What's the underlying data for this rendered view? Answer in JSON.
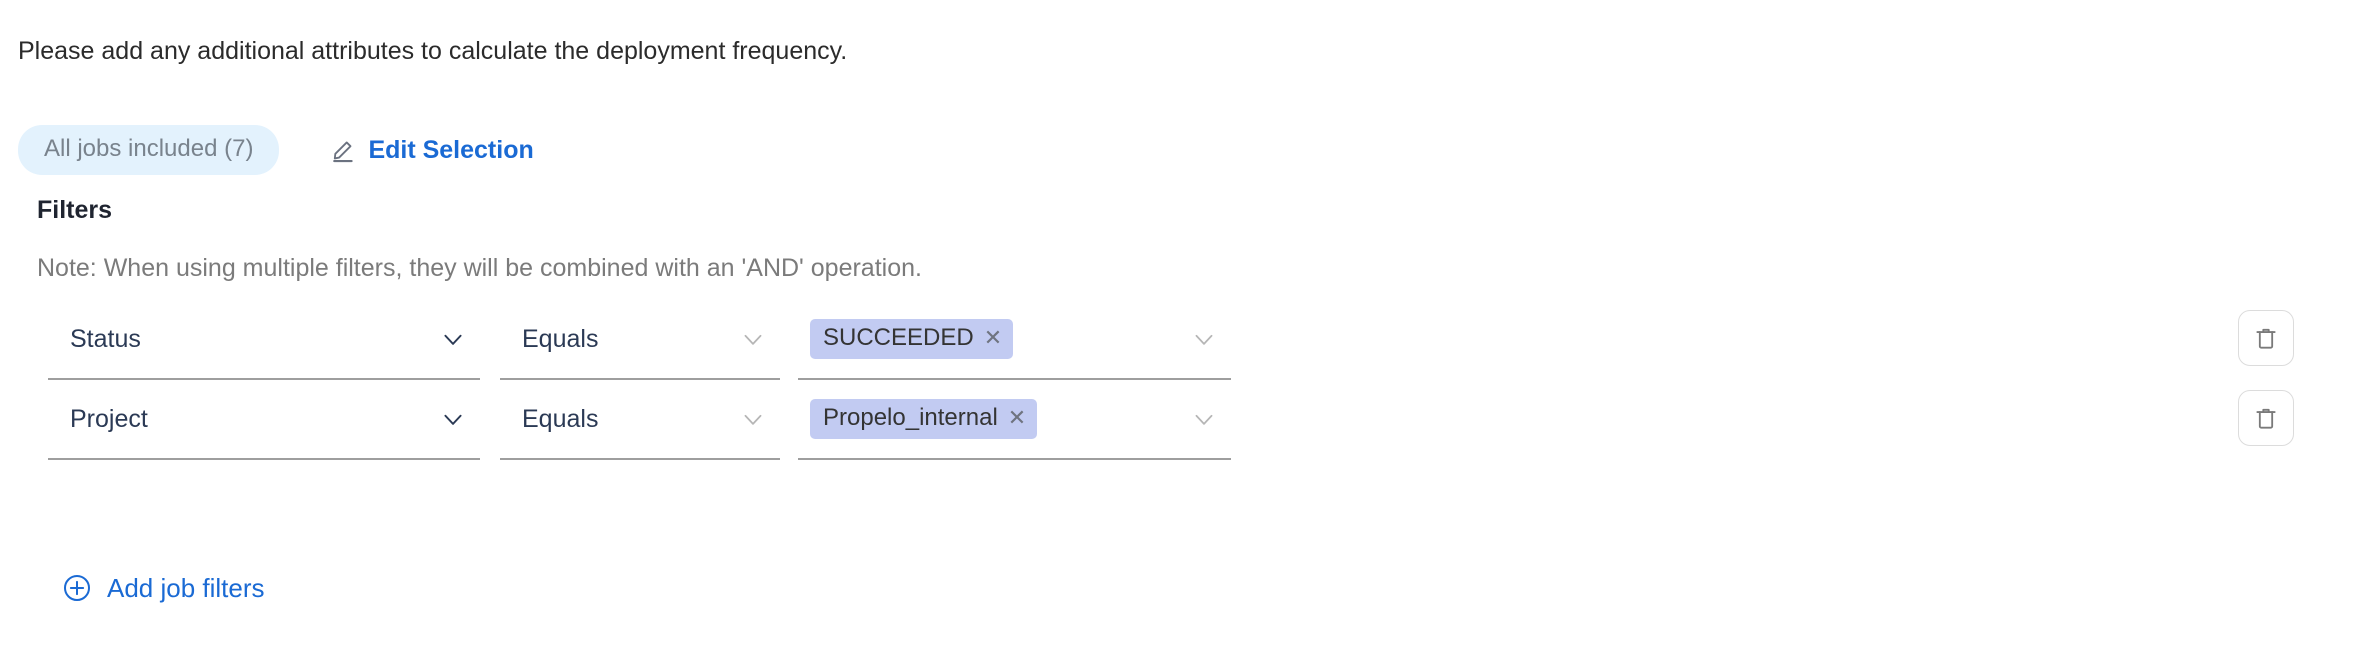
{
  "intro": {
    "text": "Please add any additional attributes to calculate the deployment frequency."
  },
  "selection": {
    "badge_label": "All jobs included (7)",
    "edit_label": "Edit Selection",
    "pencil_icon": "pencil-icon"
  },
  "filters": {
    "title": "Filters",
    "note": "Note: When using multiple filters, they will be combined with an 'AND' operation.",
    "add_label": "Add job filters",
    "add_icon": "plus-circle-icon",
    "delete_icon": "trash-icon",
    "chevron_icon": "chevron-down-icon",
    "chip_remove_icon": "close-icon",
    "rows": [
      {
        "attribute": "Status",
        "operator": "Equals",
        "value": "SUCCEEDED"
      },
      {
        "attribute": "Project",
        "operator": "Equals",
        "value": "Propelo_internal"
      }
    ]
  },
  "colors": {
    "link": "#1a6ad4",
    "badge_bg": "#e3f2fd",
    "badge_text": "#79838d",
    "chip_bg": "#c2cbf2",
    "field_text": "#2b3a55",
    "underline": "#9e9e9e"
  }
}
